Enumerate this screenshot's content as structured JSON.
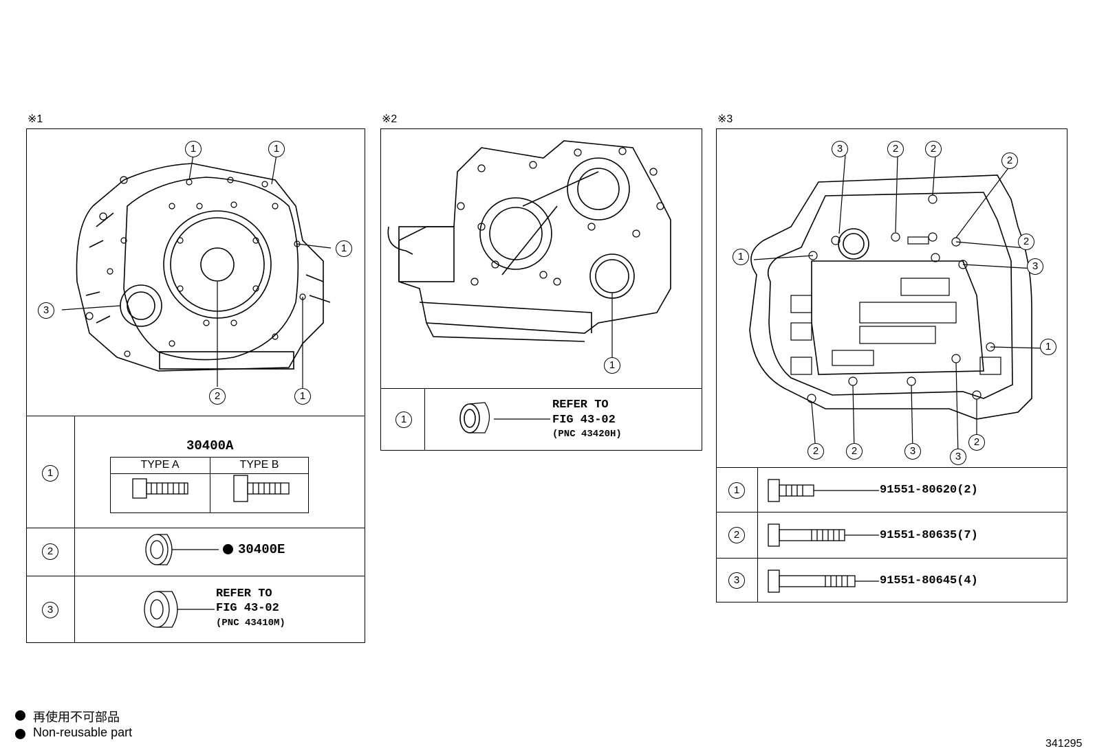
{
  "panels": [
    {
      "mark": "※1",
      "callouts": [
        "1",
        "1",
        "1",
        "3",
        "2",
        "1"
      ],
      "table": [
        {
          "num": "1",
          "code": "30400A",
          "types": [
            "TYPE A",
            "TYPE B"
          ]
        },
        {
          "num": "2",
          "part": "30400E",
          "non_reusable": true
        },
        {
          "num": "3",
          "refer": [
            "REFER TO",
            "FIG 43-02",
            "(PNC 43410M)"
          ]
        }
      ]
    },
    {
      "mark": "※2",
      "callouts": [
        "1"
      ],
      "table": [
        {
          "num": "1",
          "refer": [
            "REFER TO",
            "FIG 43-02",
            "(PNC 43420H)"
          ]
        }
      ]
    },
    {
      "mark": "※3",
      "callouts_top": [
        "3",
        "2",
        "2",
        "2"
      ],
      "callouts_left": [
        "1"
      ],
      "callouts_right": [
        "2",
        "3",
        "1"
      ],
      "callouts_bottom": [
        "2",
        "2",
        "3",
        "3",
        "2"
      ],
      "table": [
        {
          "num": "1",
          "part": "91551-80620(2)"
        },
        {
          "num": "2",
          "part": "91551-80635(7)"
        },
        {
          "num": "3",
          "part": "91551-80645(4)"
        }
      ]
    }
  ],
  "legend": {
    "jp": "再使用不可部品",
    "en": "Non-reusable part"
  },
  "figure_id": "341295"
}
